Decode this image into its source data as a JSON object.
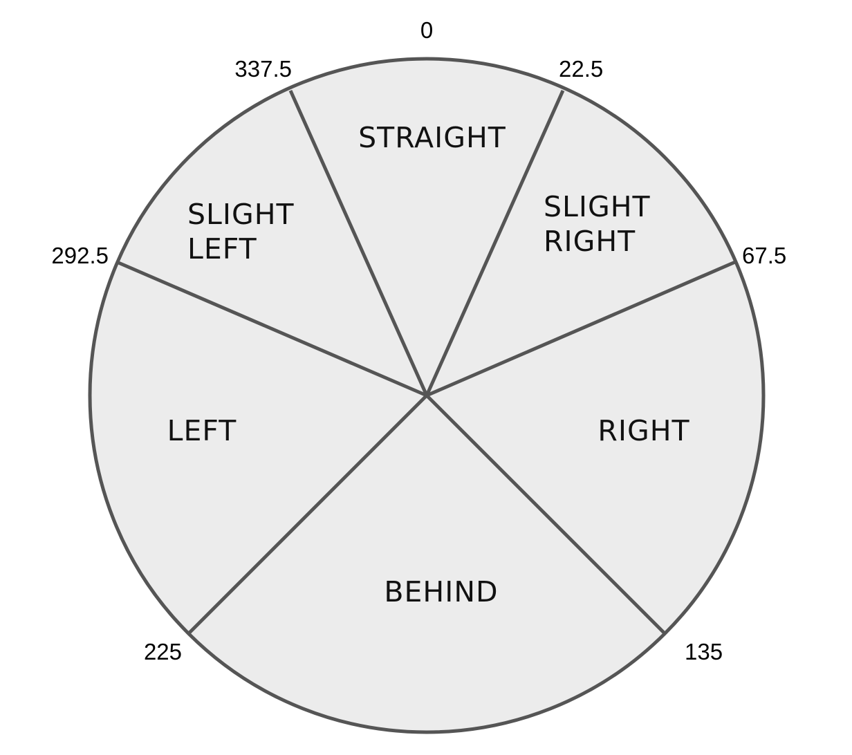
{
  "colors": {
    "fill": "#ececec",
    "stroke": "#555555",
    "text": "#111111"
  },
  "sectors": [
    {
      "id": "straight",
      "label_lines": [
        "STRAIGHT"
      ]
    },
    {
      "id": "slight-right",
      "label_lines": [
        "SLIGHT",
        "RIGHT"
      ]
    },
    {
      "id": "right",
      "label_lines": [
        "RIGHT"
      ]
    },
    {
      "id": "behind",
      "label_lines": [
        "BEHIND"
      ]
    },
    {
      "id": "left",
      "label_lines": [
        "LEFT"
      ]
    },
    {
      "id": "slight-left",
      "label_lines": [
        "SLIGHT",
        "LEFT"
      ]
    }
  ],
  "boundaries": [
    {
      "angle": 22.5,
      "label": "22.5"
    },
    {
      "angle": 67.5,
      "label": "67.5"
    },
    {
      "angle": 135,
      "label": "135"
    },
    {
      "angle": 225,
      "label": "225"
    },
    {
      "angle": 292.5,
      "label": "292.5"
    },
    {
      "angle": 337.5,
      "label": "337.5"
    }
  ],
  "top_label": {
    "angle": 0,
    "label": "0"
  }
}
